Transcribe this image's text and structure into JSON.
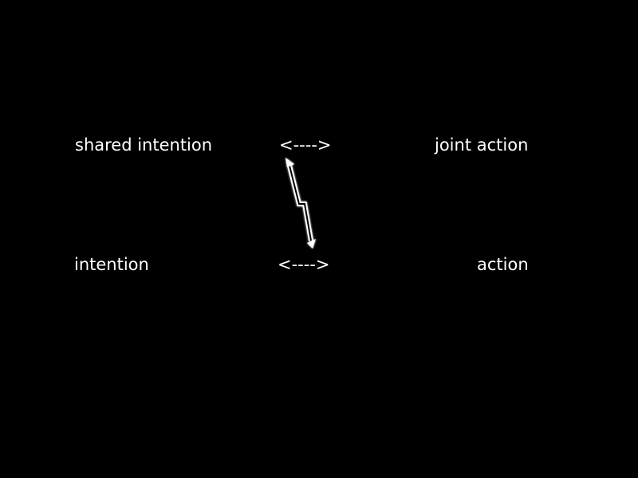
{
  "top_row": {
    "left": "shared intention",
    "relation": "<---->",
    "right": "joint action"
  },
  "bottom_row": {
    "left": "intention",
    "relation": "<---->",
    "right": "action"
  },
  "colors": {
    "background": "#000000",
    "text": "#ffffff",
    "arrow_outline": "#ffffff",
    "arrow_fill": "#000000"
  },
  "icons": {
    "vertical_link": "zigzag-double-arrow-icon"
  }
}
